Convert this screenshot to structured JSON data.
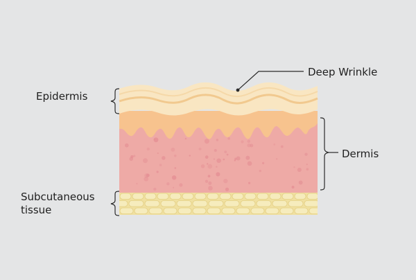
{
  "labels": {
    "epidermis": "Epidermis",
    "deep_wrinkle": "Deep Wrinkle",
    "dermis": "Dermis",
    "subcutaneous": "Subcutaneous tissue"
  },
  "colors": {
    "background": "#e4e5e6",
    "epidermis": "#f9e6c2",
    "epidermis_wave": "#f3cf99",
    "dermis_top": "#f7c38e",
    "dermis": "#eeaaa6",
    "dermis_spots": "#e48e93",
    "subcutaneous": "#f3e5a6",
    "fat_cells": "#f6ecbd",
    "line": "#2a2a2a"
  }
}
